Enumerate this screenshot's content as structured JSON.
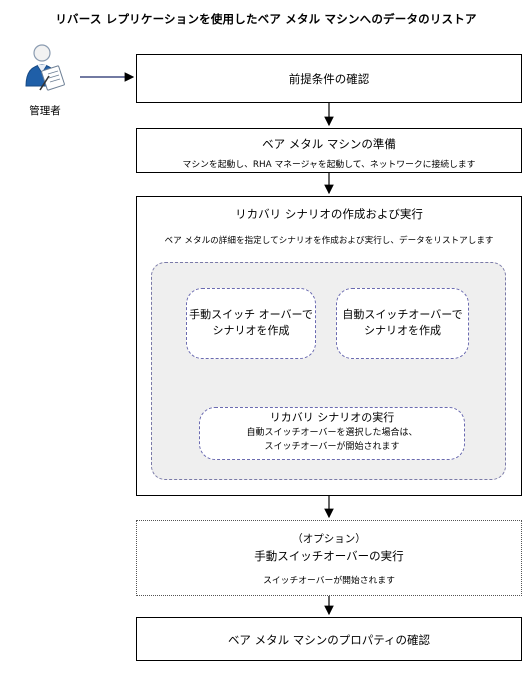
{
  "title": "リバース レプリケーションを使用したベア メタル マシンへのデータのリストア",
  "actor": {
    "label": "管理者",
    "icon": "administrator-person-icon"
  },
  "steps": {
    "prereq": {
      "title": "前提条件の確認"
    },
    "prepare": {
      "title": "ベア メタル マシンの準備",
      "desc": "マシンを起動し、RHA マネージャを起動して、ネットワークに接続します"
    },
    "recovery": {
      "title": "リカバリ シナリオの作成および実行",
      "desc": "ベア メタルの詳細を指定してシナリオを作成および実行し、データをリストアします",
      "manual": {
        "line1": "手動スイッチ オーバーで",
        "line2": "シナリオを作成"
      },
      "auto": {
        "line1": "自動スイッチオーバーで",
        "line2": "シナリオを作成"
      },
      "run": {
        "line1": "リカバリ シナリオの実行",
        "line2": "自動スイッチオーバーを選択した場合は、",
        "line3": "スイッチオーバーが開始されます"
      }
    },
    "optional": {
      "line1": "（オプション）",
      "line2": "手動スイッチオーバーの実行",
      "desc": "スイッチオーバーが開始されます"
    },
    "verify": {
      "title": "ベア メタル マシンのプロパティの確認"
    }
  }
}
